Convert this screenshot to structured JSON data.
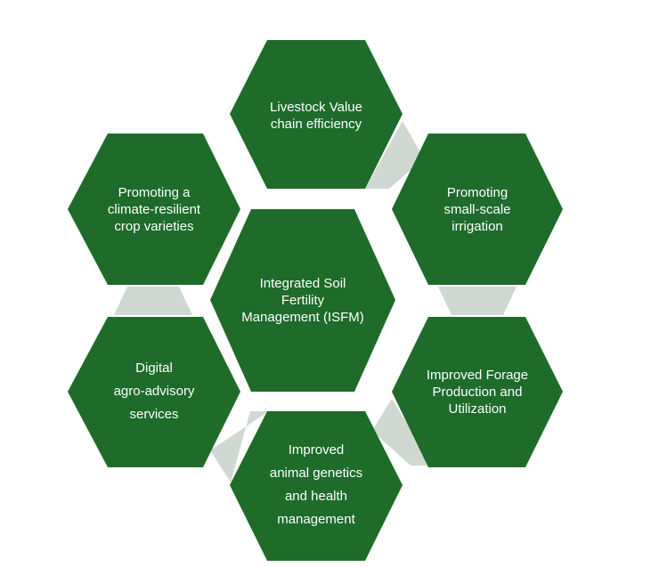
{
  "colors": {
    "hex_fill": "#1e6b2a",
    "connector_fill": "#cfd8d1",
    "text": "#ffffff",
    "background": "#ffffff"
  },
  "diagram": {
    "center": {
      "lines": [
        "Integrated Soil",
        "Fertility",
        "Management (ISFM)"
      ]
    },
    "outer": [
      {
        "id": "livestock",
        "lines": [
          "Livestock Value",
          "chain efficiency"
        ]
      },
      {
        "id": "irrigation",
        "lines": [
          "Promoting",
          "small-scale",
          "irrigation"
        ]
      },
      {
        "id": "forage",
        "lines": [
          "Improved Forage",
          "Production and",
          "Utilization"
        ]
      },
      {
        "id": "genetics",
        "lines": [
          "Improved",
          "animal genetics",
          "and health",
          "management"
        ]
      },
      {
        "id": "digital",
        "lines": [
          "Digital",
          "agro-advisory",
          "services"
        ]
      },
      {
        "id": "crop",
        "lines": [
          "Promoting a",
          "climate-resilient",
          "crop varieties"
        ]
      }
    ]
  }
}
